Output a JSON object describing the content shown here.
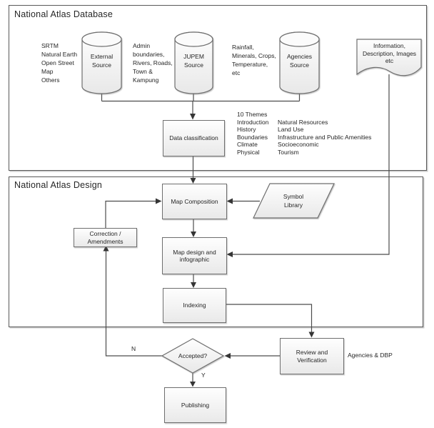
{
  "database": {
    "title": "National Atlas Database",
    "external": {
      "inputs": "SRTM\nNatural Earth\nOpen Street\nMap\nOthers",
      "label": "External\nSource"
    },
    "jupem": {
      "inputs": "Admin\nboundaries,\nRivers, Roads,\nTown &\nKampung",
      "label": "JUPEM\nSource"
    },
    "agencies": {
      "inputs": "Rainfall,\nMinerals, Crops,\nTemperature,\netc",
      "label": "Agencies\nSource"
    },
    "document": "Information,\nDescription, Images\netc",
    "classification": "Data classification",
    "themes_title": "10 Themes",
    "themes_col1": "Introduction\nHistory\nBoundaries\nClimate\nPhysical",
    "themes_col2": "Natural Resources\nLand Use\nInfrastructure and Public Amenities\nSocioeconomic\nTourism"
  },
  "design": {
    "title": "National Atlas Design",
    "map_composition": "Map Composition",
    "symbol_library": "Symbol\nLibrary",
    "correction": "Correction /\nAmendments",
    "map_design": "Map design and\ninfographic",
    "indexing": "Indexing"
  },
  "approval": {
    "decision": "Accepted?",
    "no": "N",
    "yes": "Y",
    "review": "Review and\nVerification",
    "agencies_note": "Agencies & DBP",
    "publishing": "Publishing"
  },
  "colors": {
    "line": "#4c4c4c",
    "arrow": "#353535",
    "shape_border": "#6e6e6e",
    "section_border": "#595959",
    "text": "#262626"
  }
}
